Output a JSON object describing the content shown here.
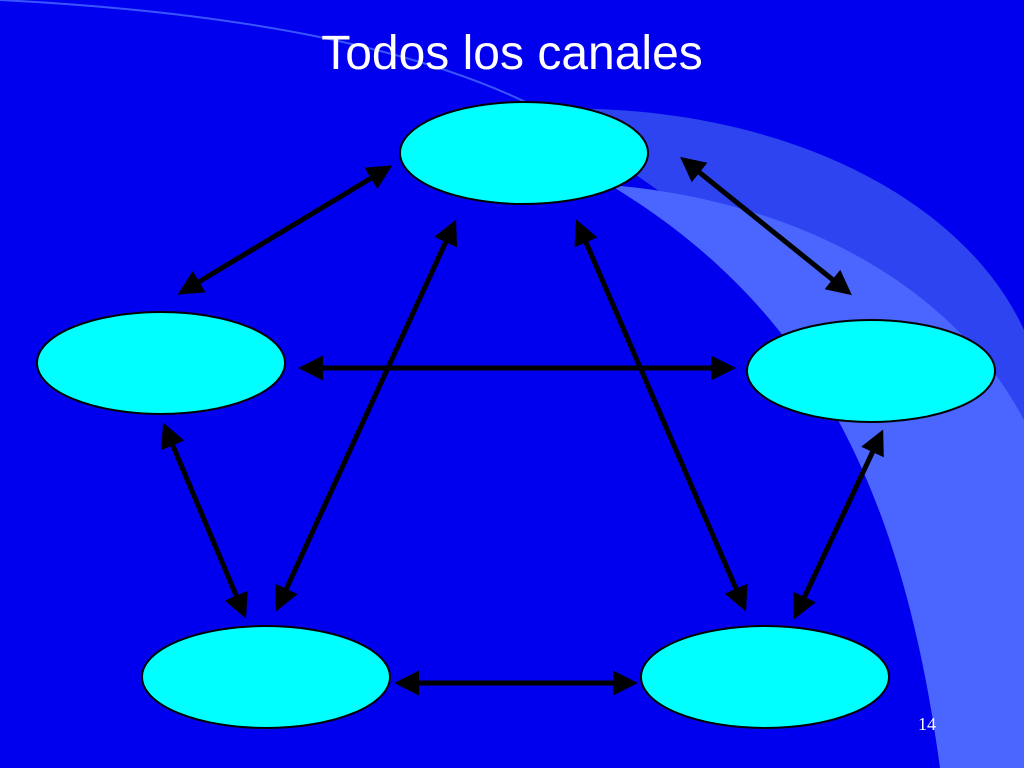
{
  "slide": {
    "title": "Todos los canales",
    "page_number": "14"
  },
  "colors": {
    "background": "#0000ee",
    "swoosh_light": "#5c7cff",
    "swoosh_dark": "#2d44f0",
    "node_fill": "#00ffff",
    "node_stroke": "#000000",
    "arrow": "#000000"
  },
  "diagram": {
    "nodes": [
      "top",
      "left",
      "right",
      "bottom-left",
      "bottom-right"
    ],
    "links": [
      [
        "top",
        "left"
      ],
      [
        "top",
        "right"
      ],
      [
        "top",
        "bottom-left"
      ],
      [
        "top",
        "bottom-right"
      ],
      [
        "left",
        "right"
      ],
      [
        "left",
        "bottom-left"
      ],
      [
        "right",
        "bottom-right"
      ],
      [
        "bottom-left",
        "bottom-right"
      ]
    ],
    "bidirectional": true
  }
}
